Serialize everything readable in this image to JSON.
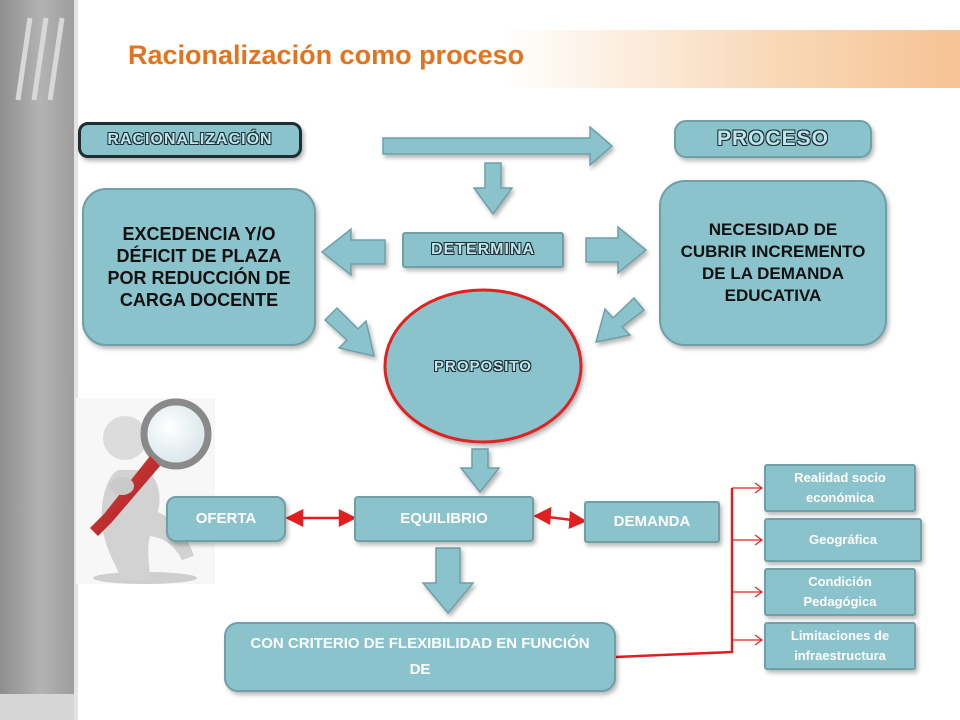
{
  "title": "Racionalización como proceso",
  "nodes": {
    "racionalizacion": "RACIONALIZACIÓN",
    "proceso": "PROCESO",
    "excedencia": "EXCEDENCIA Y/O DÉFICIT DE PLAZA POR REDUCCIÓN DE CARGA DOCENTE",
    "determina": "DETERMINA",
    "necesidad": "NECESIDAD DE CUBRIR INCREMENTO DE LA DEMANDA EDUCATIVA",
    "proposito": "PROPOSITO",
    "oferta": "OFERTA",
    "equilibrio": "EQUILIBRIO",
    "demanda": "DEMANDA",
    "criterio": "CON CRITERIO DE FLEXIBILIDAD EN FUNCIÓN DE",
    "realidad": "Realidad socio económica",
    "geografica": "Geográfica",
    "condicion": "Condición Pedagógica",
    "limitaciones": "Limitaciones de infraestructura"
  },
  "colors": {
    "title": "#e3731d",
    "box_fill": "#8bc3cd",
    "arrow_fill": "#8bc3cd",
    "connector": "#e02020",
    "ellipse_border": "#e02020"
  },
  "icons": {
    "illustration": "person-with-magnifier-icon"
  }
}
